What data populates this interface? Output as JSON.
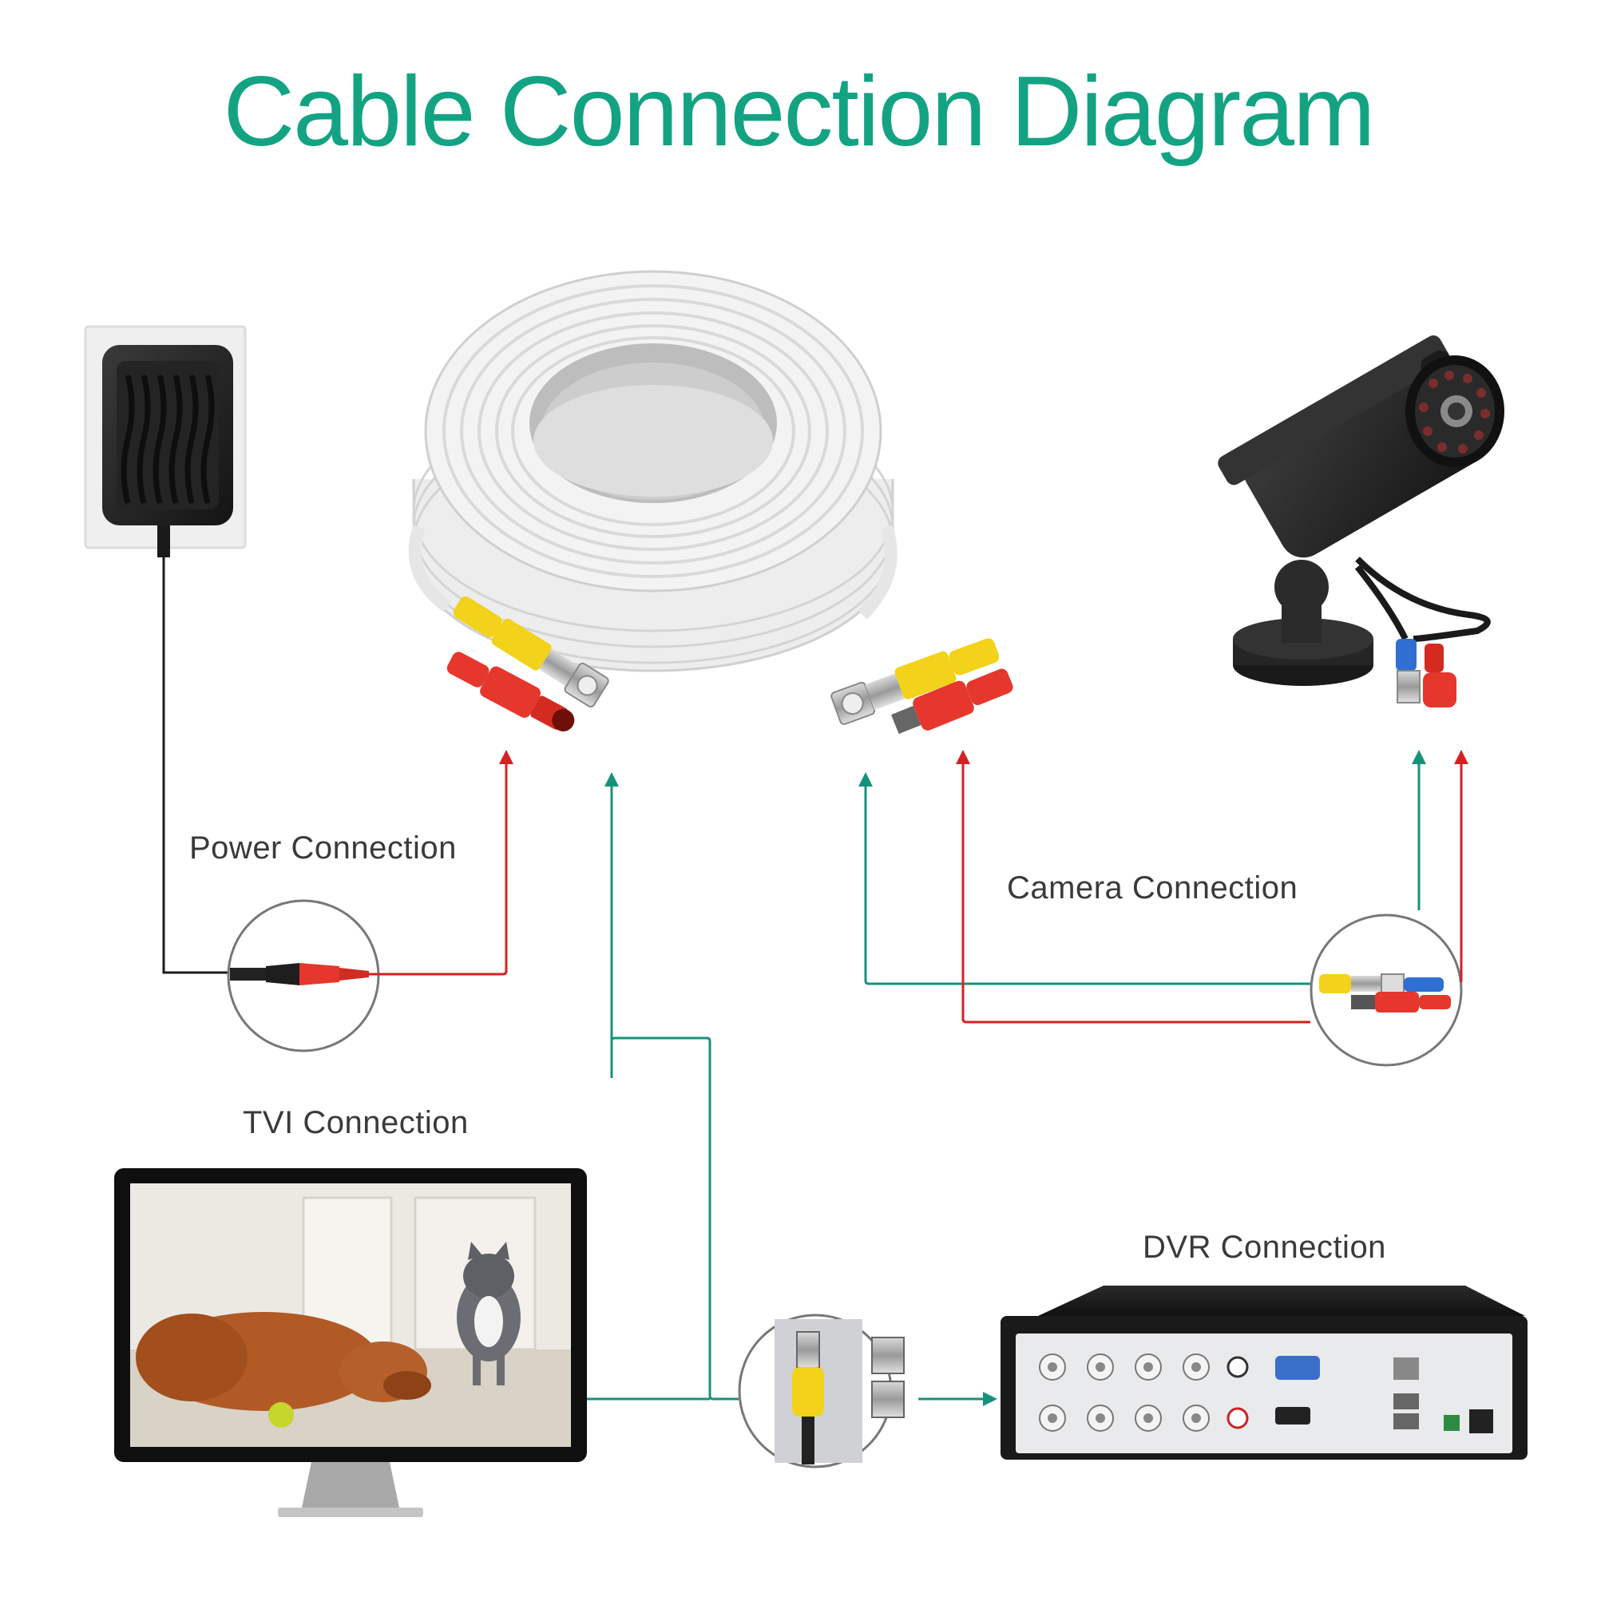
{
  "title": "Cable Connection Diagram",
  "labels": {
    "power": "Power Connection",
    "camera": "Camera Connection",
    "tvi": "TVI Connection",
    "dvr": "DVR Connection"
  },
  "colors": {
    "title": "#13a383",
    "video_line": "#17927a",
    "power_line": "#d42222",
    "label_text": "#3a3a3a",
    "yellow_connector": "#f2d21a",
    "red_connector": "#e5372c",
    "blue_connector": "#2f6fd1"
  },
  "icons": {
    "adapter": "power-adapter-icon",
    "cable": "bnc-cable-coil-icon",
    "camera": "bullet-camera-icon",
    "monitor": "monitor-icon",
    "dvr": "dvr-recorder-icon"
  }
}
